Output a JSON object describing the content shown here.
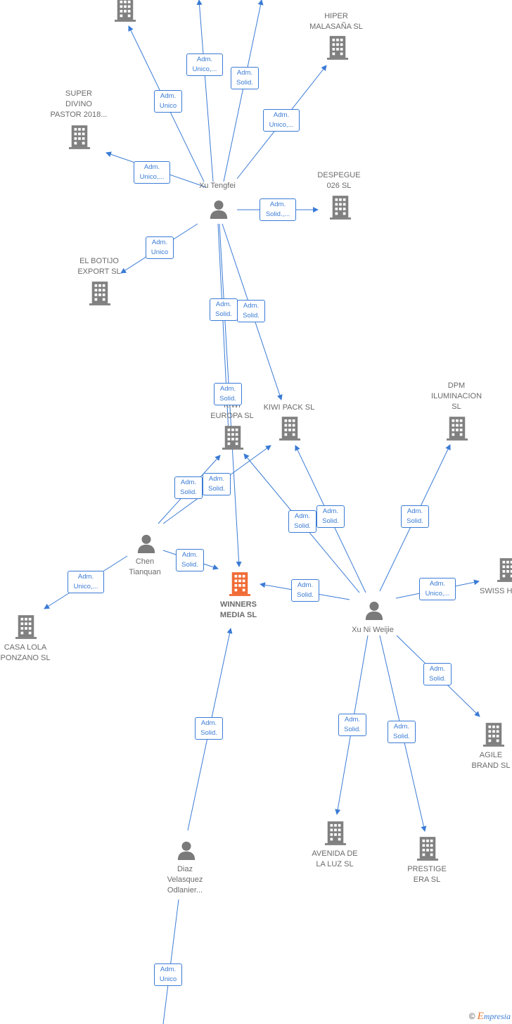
{
  "colors": {
    "edge": "#3a7bd5",
    "company": "#808080",
    "focus_company": "#f06b35",
    "person": "#7a7a7a"
  },
  "nodes": [
    {
      "id": "top_company",
      "type": "company",
      "label": ""
    },
    {
      "id": "hiper",
      "type": "company",
      "label": "HIPER\nMALASAÑA  SL"
    },
    {
      "id": "super_divino",
      "type": "company",
      "label": "SUPER\nDIVINO\nPASTOR 2018..."
    },
    {
      "id": "despegue",
      "type": "company",
      "label": "DESPEGUE\n026 SL"
    },
    {
      "id": "el_botijo",
      "type": "company",
      "label": "EL BOTIJO\nEXPORT  SL"
    },
    {
      "id": "kiwi_europa",
      "type": "company",
      "label": "KIWI\nEUROPA  SL"
    },
    {
      "id": "kiwi_pack",
      "type": "company",
      "label": "KIWI PACK  SL"
    },
    {
      "id": "dpm",
      "type": "company",
      "label": "DPM\nILUMINACION\nSL"
    },
    {
      "id": "swiss",
      "type": "company",
      "label": "SWISS HA..."
    },
    {
      "id": "winners",
      "type": "focus_company",
      "label": "WINNERS\nMEDIA  SL"
    },
    {
      "id": "casa_lola",
      "type": "company",
      "label": "CASA LOLA\nPONZANO  SL"
    },
    {
      "id": "agile",
      "type": "company",
      "label": "AGILE\nBRAND  SL"
    },
    {
      "id": "avenida",
      "type": "company",
      "label": "AVENIDA DE\nLA LUZ  SL"
    },
    {
      "id": "prestige",
      "type": "company",
      "label": "PRESTIGE\nERA  SL"
    },
    {
      "id": "xu_tengfei",
      "type": "person",
      "label": "Xu Tengfei"
    },
    {
      "id": "chen",
      "type": "person",
      "label": "Chen\nTianquan"
    },
    {
      "id": "xu_ni",
      "type": "person",
      "label": "Xu Ni Weijie"
    },
    {
      "id": "diaz",
      "type": "person",
      "label": "Diaz\nVelasquez\nOdlanier..."
    }
  ],
  "edges": [
    {
      "from": "xu_tengfei",
      "to": "top_company",
      "label": "Adm.\nUnico"
    },
    {
      "from": "xu_tengfei",
      "to": "offscreen_top_1",
      "label": "Adm.\nUnico,..."
    },
    {
      "from": "xu_tengfei",
      "to": "offscreen_top_2",
      "label": "Adm.\nSolid."
    },
    {
      "from": "xu_tengfei",
      "to": "hiper",
      "label": "Adm.\nUnico,..."
    },
    {
      "from": "xu_tengfei",
      "to": "super_divino",
      "label": "Adm.\nUnico,..."
    },
    {
      "from": "xu_tengfei",
      "to": "despegue",
      "label": "Adm.\nSolid.,..."
    },
    {
      "from": "xu_tengfei",
      "to": "el_botijo",
      "label": "Adm.\nUnico"
    },
    {
      "from": "xu_tengfei",
      "to": "kiwi_europa",
      "label": "Adm.\nSolid."
    },
    {
      "from": "xu_tengfei",
      "to": "kiwi_pack",
      "label": "Adm.\nSolid."
    },
    {
      "from": "xu_tengfei",
      "to": "winners",
      "label": "Adm.\nSolid."
    },
    {
      "from": "chen",
      "to": "kiwi_europa",
      "label": "Adm.\nSolid."
    },
    {
      "from": "chen",
      "to": "kiwi_pack",
      "label": "Adm.\nSolid."
    },
    {
      "from": "chen",
      "to": "winners",
      "label": "Adm.\nSolid."
    },
    {
      "from": "chen",
      "to": "casa_lola",
      "label": "Adm.\nUnico,..."
    },
    {
      "from": "xu_ni",
      "to": "kiwi_europa",
      "label": "Adm.\nSolid."
    },
    {
      "from": "xu_ni",
      "to": "kiwi_pack",
      "label": "Adm.\nSolid."
    },
    {
      "from": "xu_ni",
      "to": "dpm",
      "label": "Adm.\nSolid."
    },
    {
      "from": "xu_ni",
      "to": "swiss",
      "label": "Adm.\nUnico,..."
    },
    {
      "from": "xu_ni",
      "to": "winners",
      "label": "Adm.\nSolid."
    },
    {
      "from": "xu_ni",
      "to": "agile",
      "label": "Adm.\nSolid."
    },
    {
      "from": "xu_ni",
      "to": "avenida",
      "label": "Adm.\nSolid."
    },
    {
      "from": "xu_ni",
      "to": "prestige",
      "label": "Adm.\nSolid."
    },
    {
      "from": "diaz",
      "to": "winners",
      "label": "Adm.\nSolid."
    },
    {
      "from": "offscreen_bottom",
      "to": "diaz",
      "label": "Adm.\nUnico"
    }
  ],
  "footer": {
    "copyright": "©",
    "brand_initial": "E",
    "brand_rest": "mpresia"
  }
}
